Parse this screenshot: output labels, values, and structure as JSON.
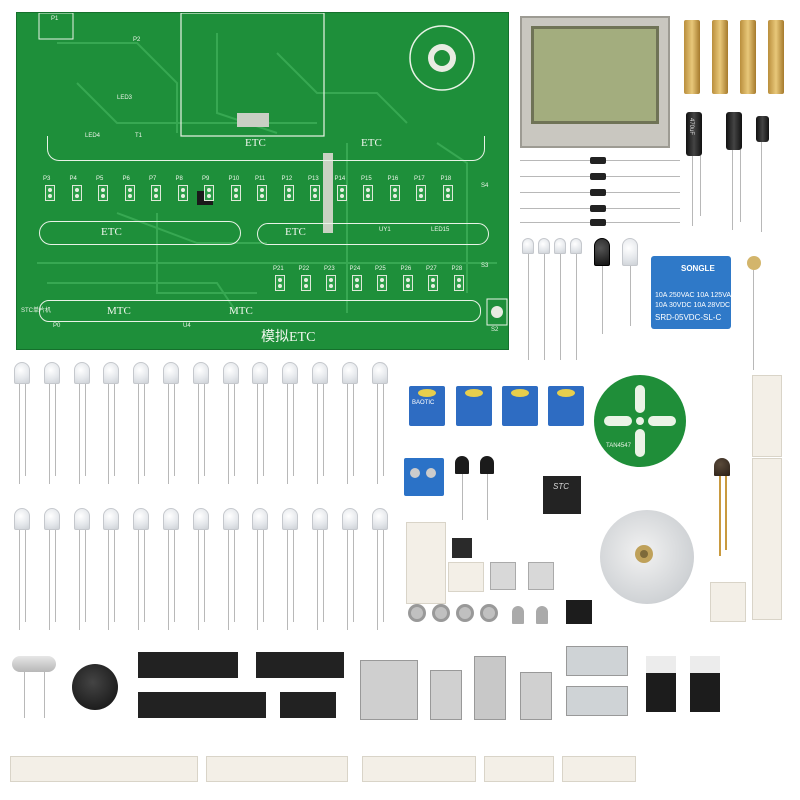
{
  "pcb": {
    "main_label": "模拟ETC",
    "band_labels": [
      "ETC",
      "ETC",
      "ETC",
      "ETC",
      "MTC",
      "MTC"
    ],
    "led_refs_row1": [
      "P3",
      "P4",
      "P5",
      "P6",
      "P7",
      "P8",
      "P9",
      "P10",
      "P11",
      "P12",
      "P13",
      "P14",
      "P15",
      "P16",
      "P17",
      "P18"
    ],
    "led_refs_row2": [
      "P21",
      "P22",
      "P23",
      "P24",
      "P25",
      "P26",
      "P27",
      "P28"
    ],
    "small_refs": [
      "P1",
      "P2",
      "LED3",
      "LED4",
      "T1",
      "UY1",
      "LED15",
      "S4",
      "S3",
      "S2",
      "P0",
      "U4"
    ],
    "brand": "STC单片机"
  },
  "parts": {
    "capacitor_label": "470uF",
    "relay_brand": "SONGLE",
    "relay_lines": [
      "10A 250VAC  10A 125VAC",
      "10A 30VDC   10A 28VDC",
      "SRD-05VDC-SL-C"
    ],
    "trimpot_brand": "BAOTIC",
    "mcu_brand": "STC",
    "encoder_label": "TAN4547"
  }
}
